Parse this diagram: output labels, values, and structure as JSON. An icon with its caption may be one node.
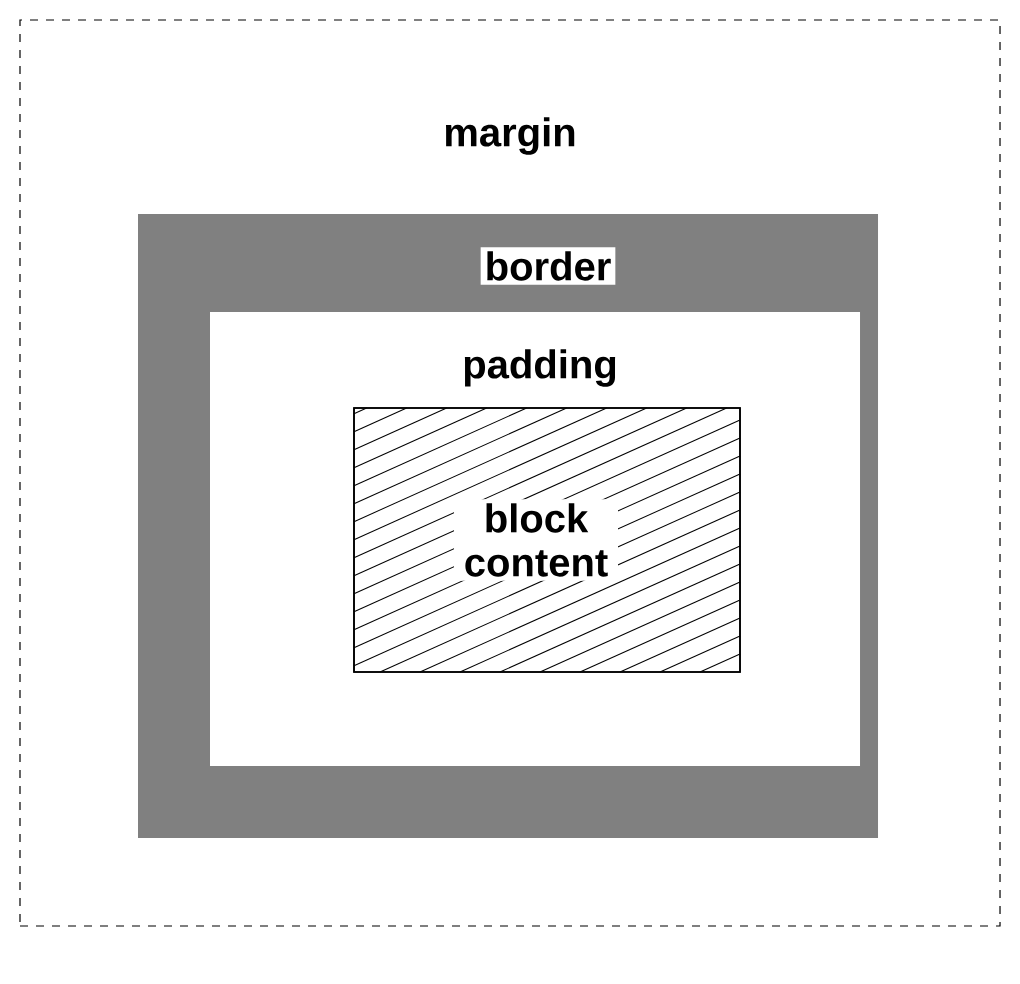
{
  "diagram": {
    "nodes": [
      {
        "text": [
          "margin"
        ]
      },
      {
        "text": [
          "border"
        ],
        "in": 0
      },
      {
        "text": [
          "padding"
        ],
        "in": 1
      },
      {
        "text": [
          "block content"
        ],
        "in": 2
      }
    ]
  }
}
